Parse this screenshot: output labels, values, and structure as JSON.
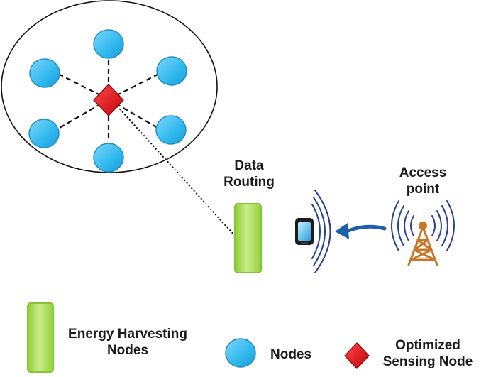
{
  "labels": {
    "data_routing_line1": "Data",
    "data_routing_line2": "Routing",
    "access_point_line1": "Access",
    "access_point_line2": "point"
  },
  "legend": {
    "energy_line1": "Energy Harvesting",
    "energy_line2": "Nodes",
    "nodes": "Nodes",
    "optimized_line1": "Optimized",
    "optimized_line2": "Sensing Node"
  },
  "colors": {
    "node_fill": "#2fb8ee",
    "node_stroke": "#1e8fc4",
    "sensing_fill": "#e3121b",
    "energy_fill": "#a5d84a",
    "energy_stroke": "#86c335",
    "signal_waves": "#2a3f8f",
    "arrow": "#1f5fa8",
    "tower": "#c8772a"
  },
  "icons": {
    "phone": "mobile-phone-icon",
    "tower": "radio-tower-icon",
    "arrow": "curved-arrow-icon"
  }
}
